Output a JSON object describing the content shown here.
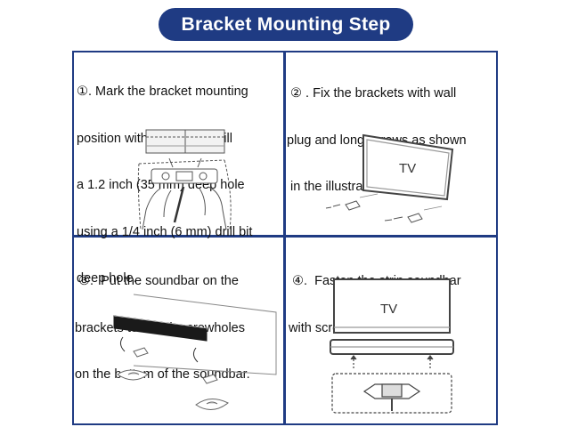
{
  "header": {
    "title": "Bracket Mounting Step"
  },
  "steps": [
    {
      "lines": [
        "①. Mark the bracket mounting",
        "position with a pen and drill",
        "a 1.2 inch (35 mm) deep hole",
        "using a 1/4 inch (6 mm) drill bit",
        "deep hole."
      ]
    },
    {
      "lines": [
        " ② . Fix the brackets with wall",
        "plug and long screws as shown",
        " in the illustration below."
      ]
    },
    {
      "lines": [
        " ③.  Put the soundbar on the",
        "brackets to match screwholes",
        "on the bottom of the soundbar."
      ]
    },
    {
      "lines": [
        " ④.  Fasten the strip soundbar",
        "with screws."
      ]
    }
  ],
  "illustrations": {
    "tv_label_step2": "TV",
    "tv_label_step4": "TV"
  },
  "colors": {
    "accent": "#1f3b83",
    "text": "#111111",
    "line_art": "#555555"
  }
}
